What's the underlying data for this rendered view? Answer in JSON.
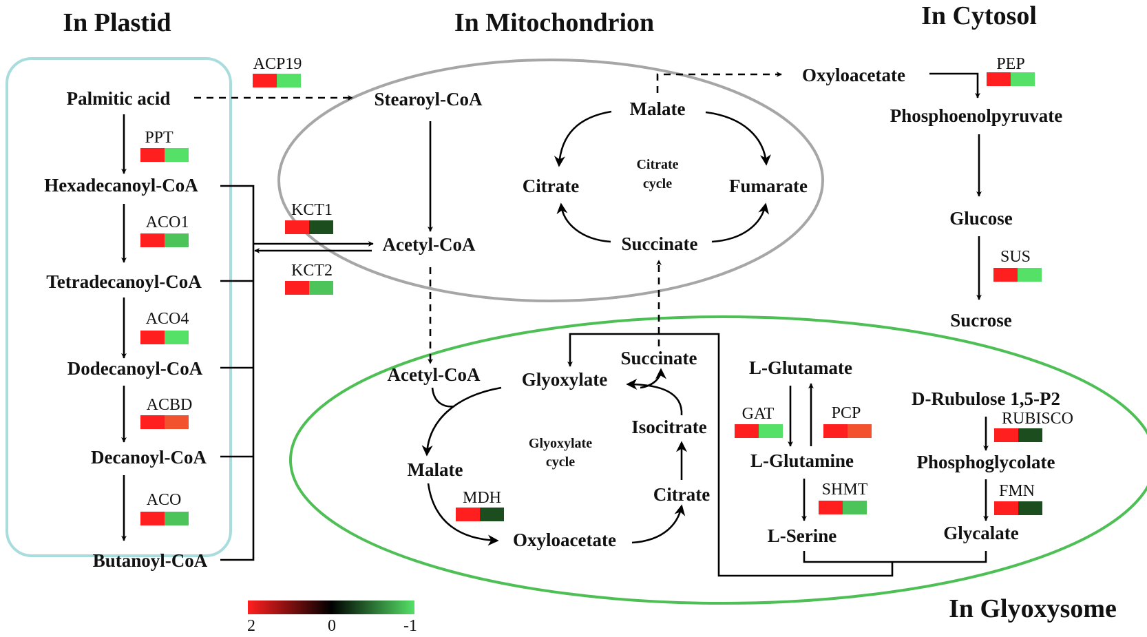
{
  "colors": {
    "plastid_border": "#a9dcdc",
    "mito_border": "#a6a6a6",
    "glyoxysome_border": "#4dbf55",
    "heat_red": "#ff1f1f",
    "heat_black": "#000000",
    "heat_dark_green": "#1b4d1e",
    "heat_green": "#55e067",
    "heat_orange_red": "#f2522d"
  },
  "regions": {
    "plastid": "In Plastid",
    "mitochondrion": "In Mitochondrion",
    "cytosol": "In Cytosol",
    "glyoxysome": "In Glyoxysome"
  },
  "metabolites": {
    "palmitic_acid": "Palmitic acid",
    "hexadecanoyl_coa": "Hexadecanoyl-CoA",
    "tetradecanoyl_coa": "Tetradecanoyl-CoA",
    "dodecanoyl_coa": "Dodecanoyl-CoA",
    "decanoyl_coa": "Decanoyl-CoA",
    "butanoyl_coa": "Butanoyl-CoA",
    "stearoyl_coa": "Stearoyl-CoA",
    "acetyl_coa_mito": "Acetyl-CoA",
    "malate_mito": "Malate",
    "citrate_mito": "Citrate",
    "fumarate": "Fumarate",
    "succinate_mito": "Succinate",
    "oxyloacetate_cyto": "Oxyloacetate",
    "phosphoenolpyruvate": "Phosphoenolpyruvate",
    "glucose": "Glucose",
    "sucrose": "Sucrose",
    "acetyl_coa_glyox": "Acetyl-CoA",
    "glyoxylate": "Glyoxylate",
    "succinate_glyox": "Succinate",
    "isocitrate": "Isocitrate",
    "malate_glyox": "Malate",
    "citrate_glyox": "Citrate",
    "oxyloacetate_glyox": "Oxyloacetate",
    "l_glutamate": "L-Glutamate",
    "l_glutamine": "L-Glutamine",
    "l_serine": "L-Serine",
    "d_rubulose": "D-Rubulose 1,5-P2",
    "phosphoglycolate": "Phosphoglycolate",
    "glycalate": "Glycalate"
  },
  "cycles": {
    "citrate_cycle_line1": "Citrate",
    "citrate_cycle_line2": "cycle",
    "glyoxylate_cycle_line1": "Glyoxylate",
    "glyoxylate_cycle_line2": "cycle"
  },
  "genes": [
    {
      "id": "acp19",
      "label": "ACP19",
      "colors": [
        "#ff1f1f",
        "#55e067"
      ]
    },
    {
      "id": "ppt",
      "label": "PPT",
      "colors": [
        "#ff1f1f",
        "#55e067"
      ]
    },
    {
      "id": "aco1",
      "label": "ACO1",
      "colors": [
        "#ff1f1f",
        "#4cc45a"
      ]
    },
    {
      "id": "aco4",
      "label": "ACO4",
      "colors": [
        "#ff1f1f",
        "#55e067"
      ]
    },
    {
      "id": "acbd",
      "label": "ACBD",
      "colors": [
        "#ff1f1f",
        "#f2522d"
      ]
    },
    {
      "id": "aco",
      "label": "ACO",
      "colors": [
        "#ff1f1f",
        "#4cc45a"
      ]
    },
    {
      "id": "kct1",
      "label": "KCT1",
      "colors": [
        "#ff1f1f",
        "#1b4d1e"
      ]
    },
    {
      "id": "kct2",
      "label": "KCT2",
      "colors": [
        "#ff1f1f",
        "#4cc45a"
      ]
    },
    {
      "id": "pep",
      "label": "PEP",
      "colors": [
        "#ff1f1f",
        "#55e067"
      ]
    },
    {
      "id": "sus",
      "label": "SUS",
      "colors": [
        "#ff1f1f",
        "#55e067"
      ]
    },
    {
      "id": "gat",
      "label": "GAT",
      "colors": [
        "#ff1f1f",
        "#55e067"
      ]
    },
    {
      "id": "pcp",
      "label": "PCP",
      "colors": [
        "#ff1f1f",
        "#f2522d"
      ]
    },
    {
      "id": "rubisco",
      "label": "RUBISCO",
      "colors": [
        "#ff1f1f",
        "#1b4d1e"
      ]
    },
    {
      "id": "shmt",
      "label": "SHMT",
      "colors": [
        "#ff1f1f",
        "#4cc45a"
      ]
    },
    {
      "id": "fmn",
      "label": "FMN",
      "colors": [
        "#ff1f1f",
        "#1b4d1e"
      ]
    },
    {
      "id": "mdh",
      "label": "MDH",
      "colors": [
        "#ff1f1f",
        "#1b4d1e"
      ]
    }
  ],
  "legend": {
    "scale_max": "2",
    "scale_mid": "0",
    "scale_min": "-1",
    "stops": [
      "#ff1f1f",
      "#000000",
      "#55e067"
    ]
  }
}
